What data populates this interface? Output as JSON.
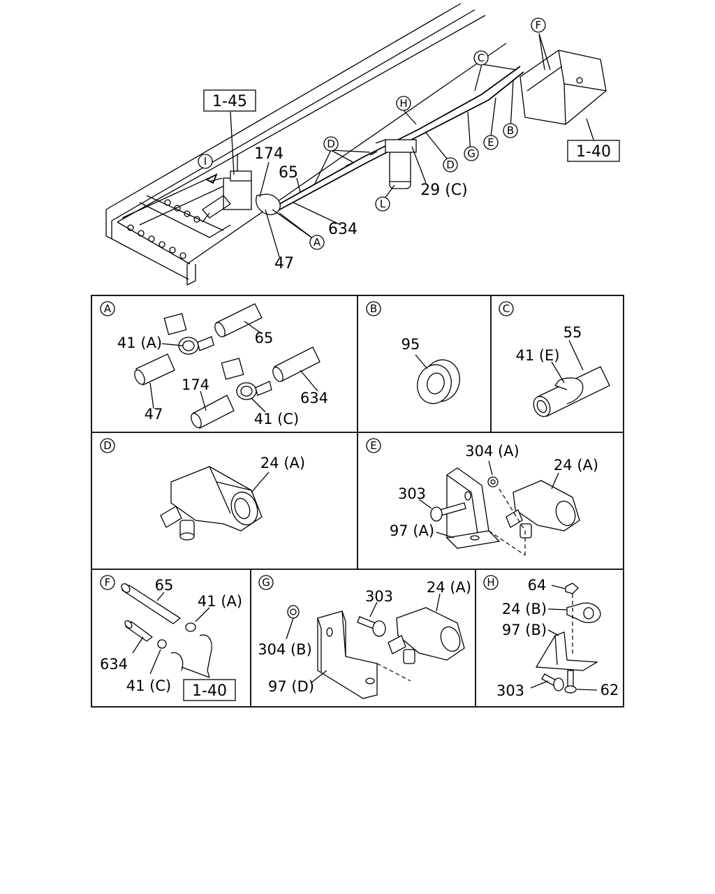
{
  "refs": {
    "ref_1_45": "1-45",
    "ref_1_40_main": "1-40",
    "ref_1_40_f": "1-40"
  },
  "overview": {
    "callouts": {
      "A": "A",
      "B": "B",
      "C": "C",
      "D_top": "D",
      "D_bot": "D",
      "E": "E",
      "F": "F",
      "G": "G",
      "H": "H",
      "I": "I",
      "L": "L"
    },
    "parts": {
      "p174": "174",
      "p65": "65",
      "p634": "634",
      "p47": "47",
      "p29c": "29 (C)"
    }
  },
  "panels": {
    "A": {
      "letter": "A",
      "l41a": "41 (A)",
      "l65": "65",
      "l47": "47",
      "l174": "174",
      "l634": "634",
      "l41c": "41 (C)"
    },
    "B": {
      "letter": "B",
      "l95": "95"
    },
    "C": {
      "letter": "C",
      "l55": "55",
      "l41e": "41 (E)"
    },
    "D": {
      "letter": "D",
      "l24a": "24 (A)"
    },
    "E": {
      "letter": "E",
      "l304a": "304 (A)",
      "l24a": "24 (A)",
      "l303": "303",
      "l97a": "97 (A)"
    },
    "F": {
      "letter": "F",
      "l65": "65",
      "l41a": "41 (A)",
      "l634": "634",
      "l41c": "41 (C)"
    },
    "G": {
      "letter": "G",
      "l303": "303",
      "l24a": "24 (A)",
      "l304b": "304 (B)",
      "l97d": "97 (D)"
    },
    "H": {
      "letter": "H",
      "l64": "64",
      "l24b": "24 (B)",
      "l97b": "97 (B)",
      "l303": "303",
      "l62": "62"
    }
  }
}
